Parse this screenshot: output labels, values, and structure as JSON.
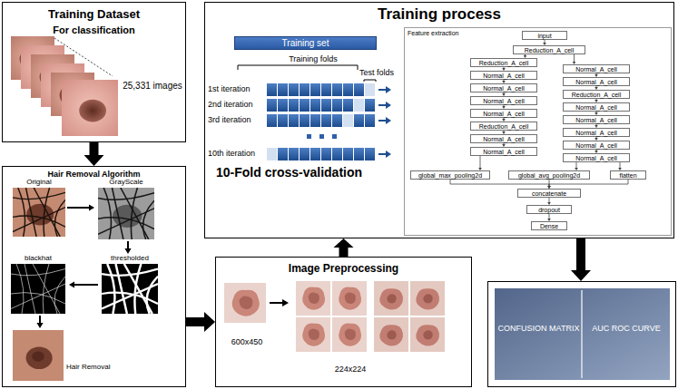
{
  "diagram": {
    "nodes": [
      {
        "text": [
          "Training Dataset",
          "For classification",
          "25,331 images"
        ]
      },
      {
        "text": [
          "Hair Removal Algorithm"
        ]
      },
      {
        "text": [
          "Original"
        ],
        "in": 1
      },
      {
        "text": [
          "GrayScale"
        ],
        "in": 1
      },
      {
        "text": [
          "thresholded"
        ],
        "in": 1
      },
      {
        "text": [
          "blackhat"
        ],
        "in": 1
      },
      {
        "text": [
          "Hair Removal"
        ],
        "in": 1
      },
      {
        "text": [
          "Image Preprocessing",
          "600x450",
          "224x224"
        ]
      },
      {
        "text": [
          "Training process"
        ]
      },
      {
        "text": [
          "Training set"
        ],
        "in": 8
      },
      {
        "text": [
          "Feature extraction"
        ],
        "in": 8
      },
      {
        "text": [
          "input"
        ],
        "in": 10
      },
      {
        "text": [
          "Reduction_A_cell"
        ],
        "in": 10
      },
      {
        "text": [
          "Reduction_A_cell"
        ],
        "in": 10
      },
      {
        "text": [
          "Normal_A_cell"
        ],
        "in": 10
      },
      {
        "text": [
          "Normal_A_cell"
        ],
        "in": 10
      },
      {
        "text": [
          "Normal_A_cell"
        ],
        "in": 10
      },
      {
        "text": [
          "Normal_A_cell"
        ],
        "in": 10
      },
      {
        "text": [
          "Reduction_A_cell"
        ],
        "in": 10
      },
      {
        "text": [
          "Normal_A_cell"
        ],
        "in": 10
      },
      {
        "text": [
          "Normal_A_cell"
        ],
        "in": 10
      },
      {
        "text": [
          "Normal_A_cell"
        ],
        "in": 10
      },
      {
        "text": [
          "Normal_A_cell"
        ],
        "in": 10
      },
      {
        "text": [
          "Reduction_A_cell"
        ],
        "in": 10
      },
      {
        "text": [
          "Normal_A_cell"
        ],
        "in": 10
      },
      {
        "text": [
          "Normal_A_cell"
        ],
        "in": 10
      },
      {
        "text": [
          "Normal_A_cell"
        ],
        "in": 10
      },
      {
        "text": [
          "Normal_A_cell"
        ],
        "in": 10
      },
      {
        "text": [
          "Normal_A_cell"
        ],
        "in": 10
      },
      {
        "text": [
          "global_max_pooling2d"
        ],
        "in": 10
      },
      {
        "text": [
          "global_avg_pooling2d"
        ],
        "in": 10
      },
      {
        "text": [
          "flatten"
        ],
        "in": 10
      },
      {
        "text": [
          "concatenate"
        ],
        "in": 10
      },
      {
        "text": [
          "dropout"
        ],
        "in": 10
      },
      {
        "text": [
          "Dense"
        ],
        "in": 10
      },
      {
        "text": [
          "CONFUSION MATRIX",
          "AUC ROC CURVE"
        ]
      }
    ],
    "edges": [
      {
        "from": 0,
        "to": 1,
        "arrow": "to"
      },
      {
        "from": 1,
        "to": 7,
        "arrow": "to"
      },
      {
        "from": 7,
        "to": 8,
        "arrow": "to"
      },
      {
        "from": 8,
        "to": 35,
        "arrow": "to"
      },
      {
        "from": 2,
        "to": 3,
        "arrow": "to"
      },
      {
        "from": 3,
        "to": 4,
        "arrow": "to"
      },
      {
        "from": 4,
        "to": 5,
        "arrow": "to"
      },
      {
        "from": 5,
        "to": 6,
        "arrow": "to"
      },
      {
        "from": 11,
        "to": 12,
        "arrow": "to"
      },
      {
        "from": 12,
        "to": 13,
        "arrow": "to"
      },
      {
        "from": 12,
        "to": 21,
        "arrow": "to"
      },
      {
        "from": 13,
        "to": 14,
        "arrow": "to"
      },
      {
        "from": 14,
        "to": 15,
        "arrow": "to"
      },
      {
        "from": 15,
        "to": 16,
        "arrow": "to"
      },
      {
        "from": 16,
        "to": 17,
        "arrow": "to"
      },
      {
        "from": 17,
        "to": 18,
        "arrow": "to"
      },
      {
        "from": 18,
        "to": 19,
        "arrow": "to"
      },
      {
        "from": 19,
        "to": 20,
        "arrow": "to"
      },
      {
        "from": 21,
        "to": 22,
        "arrow": "to"
      },
      {
        "from": 22,
        "to": 23,
        "arrow": "to"
      },
      {
        "from": 23,
        "to": 24,
        "arrow": "to"
      },
      {
        "from": 24,
        "to": 25,
        "arrow": "to"
      },
      {
        "from": 25,
        "to": 26,
        "arrow": "to"
      },
      {
        "from": 26,
        "to": 27,
        "arrow": "to"
      },
      {
        "from": 27,
        "to": 28,
        "arrow": "to"
      },
      {
        "from": 20,
        "to": 29,
        "arrow": "to"
      },
      {
        "from": 28,
        "to": 30,
        "arrow": "to"
      },
      {
        "from": 28,
        "to": 31,
        "arrow": "to"
      },
      {
        "from": 29,
        "to": 32,
        "arrow": "to"
      },
      {
        "from": 30,
        "to": 32,
        "arrow": "to"
      },
      {
        "from": 31,
        "to": 32,
        "arrow": "to"
      },
      {
        "from": 32,
        "to": 33,
        "arrow": "to"
      },
      {
        "from": 33,
        "to": 34,
        "arrow": "to"
      }
    ],
    "labels": [
      "Training folds",
      "Test folds",
      "1st iteration",
      "2nd iteration",
      "3rd iteration",
      "10th iteration",
      "10-Fold cross-validation"
    ]
  }
}
